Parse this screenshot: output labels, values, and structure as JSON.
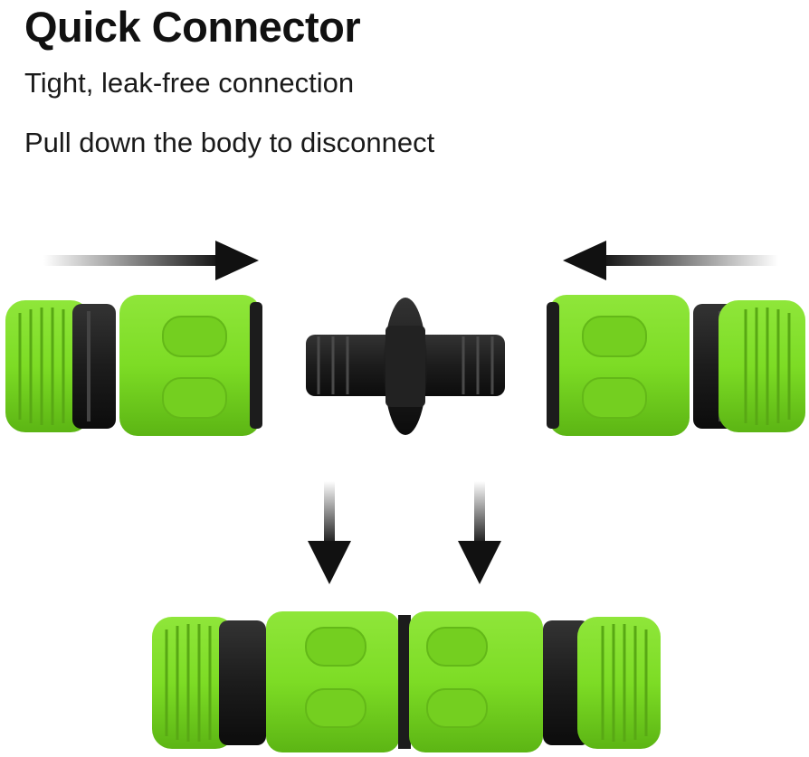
{
  "header": {
    "title": "Quick Connector",
    "line1": "Tight, leak-free connection",
    "line2": "Pull down the body to disconnect"
  },
  "colors": {
    "connector_green": "#7ddc25",
    "connector_dark_green": "#5cb514",
    "rubber_black": "#1c1c1c",
    "arrow_black": "#111111"
  },
  "icons": {
    "left_arrow": "arrow-right-icon",
    "right_arrow": "arrow-left-icon",
    "down_arrows": "arrow-down-icon"
  }
}
